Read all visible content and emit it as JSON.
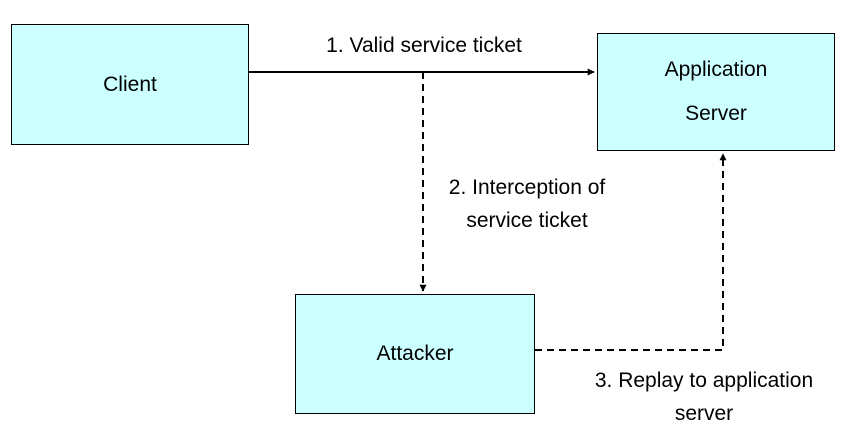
{
  "nodes": {
    "client": {
      "label": "Client"
    },
    "server": {
      "line1": "Application",
      "line2": "Server"
    },
    "attacker": {
      "label": "Attacker"
    }
  },
  "edges": {
    "valid_ticket": {
      "label": "1. Valid service ticket"
    },
    "interception": {
      "line1": "2. Interception of",
      "line2": "service ticket"
    },
    "replay": {
      "line1": "3. Replay to application",
      "line2": "server"
    }
  },
  "colors": {
    "node_fill": "#ccffff",
    "stroke": "#000000"
  }
}
